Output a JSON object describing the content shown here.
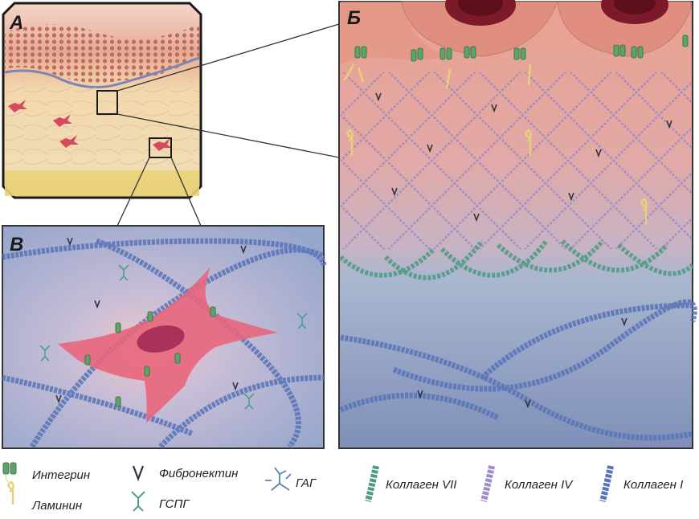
{
  "panels": {
    "a": {
      "letter": "А"
    },
    "b": {
      "letter": "Б"
    },
    "c": {
      "letter": "В"
    }
  },
  "legend": [
    {
      "icon": "integrin-icon",
      "label": "Интегрин",
      "color": "#5fa36a"
    },
    {
      "icon": "laminin-icon",
      "label": "Ламинин",
      "color": "#e8cf7a"
    },
    {
      "icon": "fibronectin-icon",
      "label": "Фибронектин",
      "color": "#2e3440"
    },
    {
      "icon": "hspg-icon",
      "label": "ГСПГ",
      "color": "#4f9e8e"
    },
    {
      "icon": "gag-icon",
      "label": "ГАГ",
      "color": "#5a7fb0"
    },
    {
      "icon": "collagen-vii-icon",
      "label": "Коллаген VII",
      "color": "#4e9a82"
    },
    {
      "icon": "collagen-iv-icon",
      "label": "Коллаген IV",
      "color": "#a08cc8"
    },
    {
      "icon": "collagen-i-icon",
      "label": "Коллаген I",
      "color": "#5874b8"
    }
  ],
  "colors": {
    "epidermis": "#e9a58c",
    "dermis": "#f3dcb4",
    "cell_membrane": "#e56e85",
    "nucleus": "#a8325a",
    "ecm_blue": "#a8b6d6",
    "collagen_i": "#5874b8",
    "collagen_iv": "#8f85c9",
    "collagen_vii": "#4e9a82"
  }
}
